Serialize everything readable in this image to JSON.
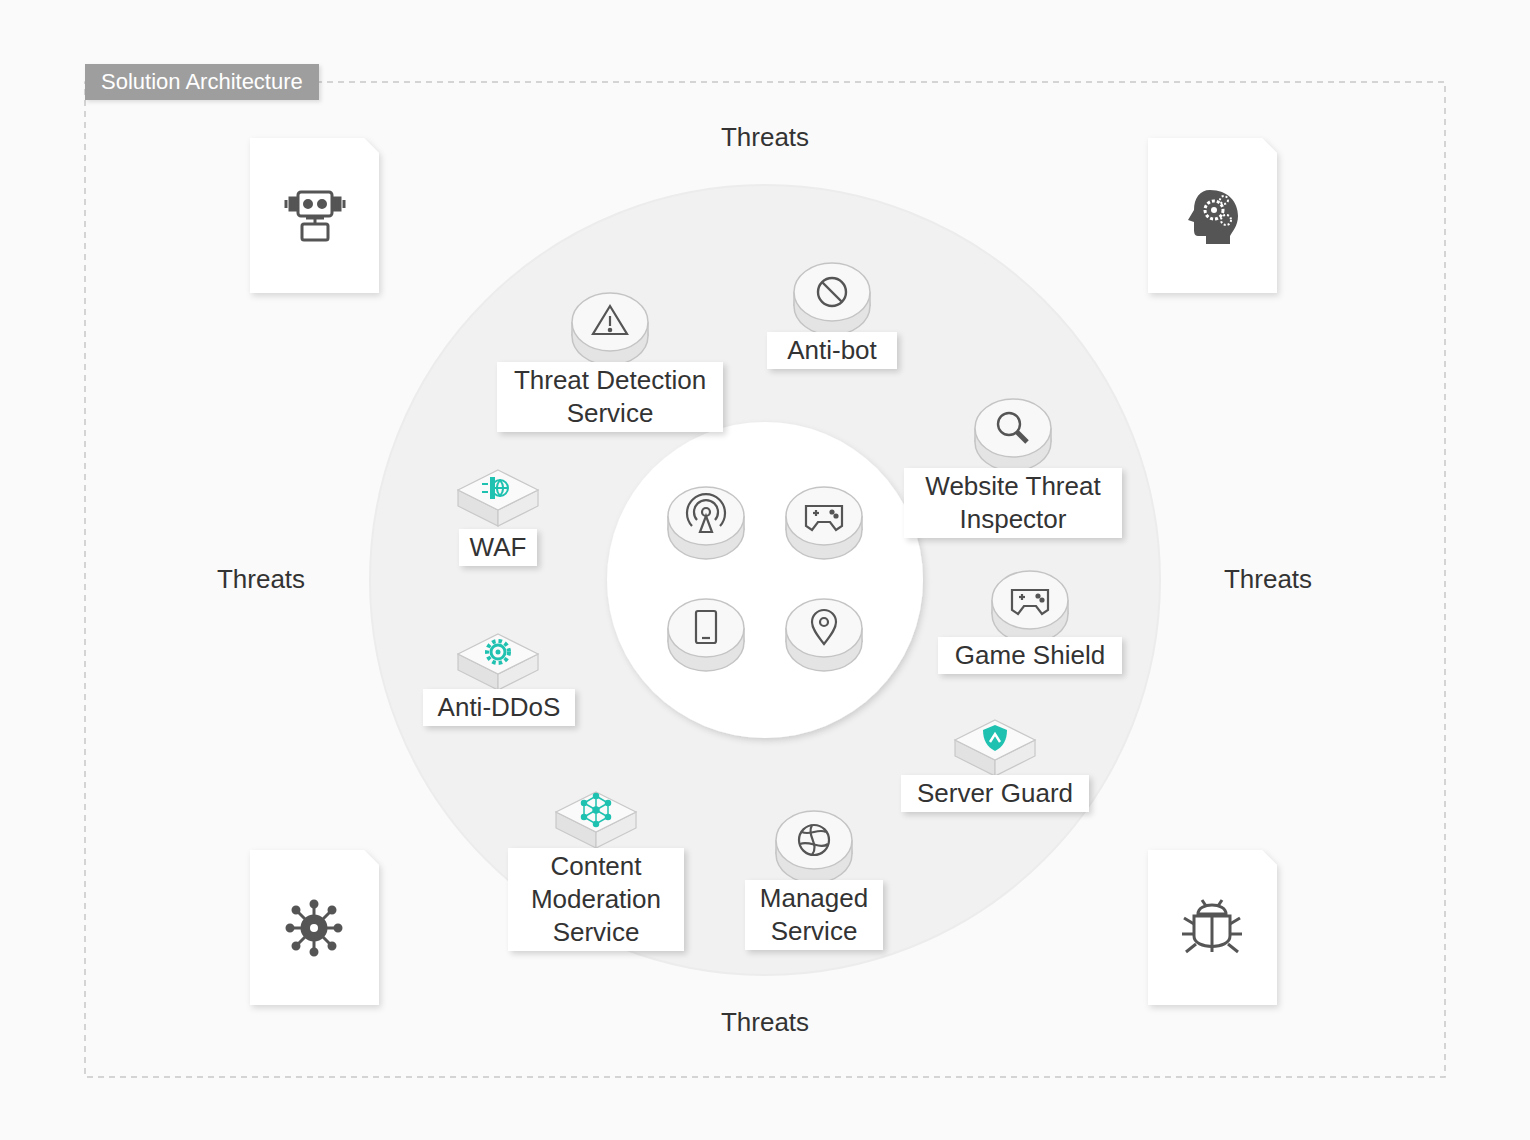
{
  "diagram": {
    "title": "Solution Architecture",
    "nodes": [
      {
        "text": [
          "Threat Detection Service"
        ]
      },
      {
        "text": [
          "Anti-bot"
        ]
      },
      {
        "text": [
          "WAF"
        ]
      },
      {
        "text": [
          "Website Threat Inspector"
        ]
      },
      {
        "text": [
          "Game Shield"
        ]
      },
      {
        "text": [
          "Anti-DDoS"
        ]
      },
      {
        "text": [
          "Server Guard"
        ]
      },
      {
        "text": [
          "Content Moderation Service"
        ]
      },
      {
        "text": [
          "Managed Service"
        ]
      }
    ],
    "labels": [
      "Threats",
      "Threats",
      "Threats",
      "Threats"
    ]
  }
}
